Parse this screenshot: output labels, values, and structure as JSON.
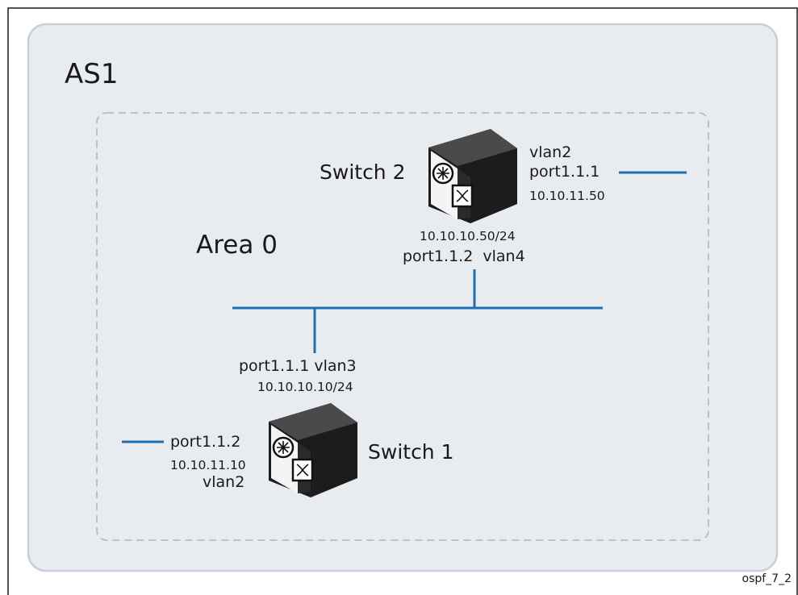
{
  "as_label": "AS1",
  "area_label": "Area 0",
  "switch2": {
    "name": "Switch 2",
    "right_vlan": "vlan2",
    "right_port": "port1.1.1",
    "right_ip": "10.10.11.50",
    "bottom_ip": "10.10.10.50/24",
    "bottom_port_vlan": "port1.1.2  vlan4"
  },
  "switch1": {
    "name": "Switch 1",
    "top_port_vlan": "port1.1.1 vlan3",
    "top_ip": "10.10.10.10/24",
    "left_port": "port1.1.2",
    "left_ip": "10.10.11.10",
    "left_vlan": "vlan2"
  },
  "figure_id": "ospf_7_2",
  "colors": {
    "as_fill": "#e8ebef",
    "as_border": "#c9cfd8",
    "area_border": "#b8bcc2",
    "link": "#1f6fb3",
    "switch_body": "#1c1c1c"
  }
}
